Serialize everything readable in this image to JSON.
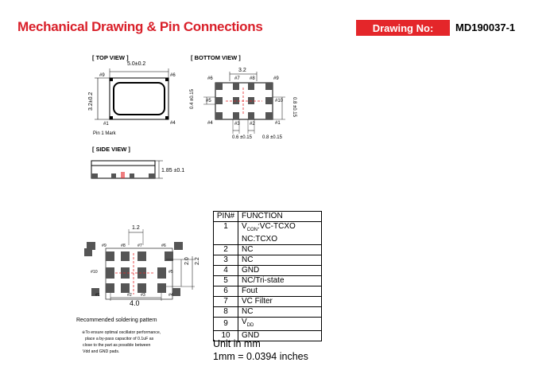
{
  "header": {
    "title": "Mechanical Drawing & Pin Connections",
    "drawing_label": "Drawing No:",
    "drawing_number": "MD190037-1"
  },
  "top_view": {
    "label": "[ TOP VIEW ]",
    "dim_width": "5.0±0.2",
    "dim_height": "3.2±0.2",
    "pin9": "#9",
    "pin6": "#6",
    "pin1": "#1",
    "pin4": "#4",
    "pin1_mark": "Pin 1 Mark"
  },
  "bottom_view": {
    "label": "[ BOTTOM VIEW ]",
    "dim_top": "3.2",
    "dim_left": "0.4 ±0.15",
    "dim_right": "0.8 ±0.15",
    "dim_bottom_a": "0.6 ±0.15",
    "dim_bottom_b": "0.8 ±0.15",
    "pins": {
      "p6": "#6",
      "p7": "#7",
      "p8": "#8",
      "p9": "#9",
      "p5": "#5",
      "p10": "#10",
      "p4": "#4",
      "p3": "#3",
      "p2": "#2",
      "p1": "#1"
    }
  },
  "side_view": {
    "label": "[ SIDE VIEW ]",
    "dim_height": "1.85 ±0.1"
  },
  "solder_pattern": {
    "dim_top": "1.2",
    "dim_right_a": "2.0",
    "dim_right_b": "2.2",
    "dim_bottom": "4.0",
    "pins": {
      "p9": "#9",
      "p8": "#8",
      "p7": "#7",
      "p6": "#6",
      "p10": "#10",
      "p5": "#5",
      "p1": "#1",
      "p2": "#2",
      "p3": "#3",
      "p4": "#4"
    },
    "caption": "Recommended soldering pattern",
    "note_line1": "※To ensure optimal oscillator performance,",
    "note_line2": "place a by-pass capacitor of 0.1uF as",
    "note_line3": "close to the part as possible between",
    "note_line4": "Vdd and GND pads."
  },
  "pin_table": {
    "header_pin": "PIN#",
    "header_function": "FUNCTION",
    "rows": [
      {
        "pin": "1",
        "fn": "Vcon:VC-TCXO",
        "fn2": "NC:TCXO"
      },
      {
        "pin": "2",
        "fn": "NC"
      },
      {
        "pin": "3",
        "fn": "NC"
      },
      {
        "pin": "4",
        "fn": "GND"
      },
      {
        "pin": "5",
        "fn": "NC/Tri-state"
      },
      {
        "pin": "6",
        "fn": "Fout"
      },
      {
        "pin": "7",
        "fn": "VC Filter"
      },
      {
        "pin": "8",
        "fn": "NC"
      },
      {
        "pin": "9",
        "fn": "Vdd"
      },
      {
        "pin": "10",
        "fn": "GND"
      }
    ]
  },
  "units": {
    "line1": "Unit in mm",
    "line2": "1mm = 0.0394 inches"
  },
  "colors": {
    "title": "#d9202a",
    "drawing_box": "#e4262a",
    "pad_fill": "#555555",
    "center_mark": "#e4262a"
  }
}
